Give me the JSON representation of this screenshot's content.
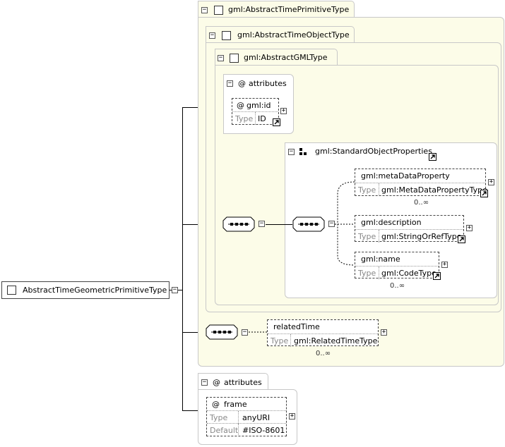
{
  "root": {
    "name": "AbstractTimeGeometricPrimitiveType"
  },
  "types": {
    "primitive": "gml:AbstractTimePrimitiveType",
    "object": "gml:AbstractTimeObjectType",
    "gml": "gml:AbstractGMLType"
  },
  "gml_attributes": {
    "title": "attributes",
    "id": {
      "at": "@",
      "name": "gml:id",
      "type_label": "Type",
      "type_value": "ID"
    }
  },
  "standard_props": {
    "title": "gml:StandardObjectProperties",
    "meta": {
      "name": "gml:metaDataProperty",
      "type_label": "Type",
      "type_value": "gml:MetaDataPropertyType",
      "card": "0..∞"
    },
    "description": {
      "name": "gml:description",
      "type_label": "Type",
      "type_value": "gml:StringOrRefType"
    },
    "gname": {
      "name": "gml:name",
      "type_label": "Type",
      "type_value": "gml:CodeType",
      "card": "0..∞"
    }
  },
  "related": {
    "name": "relatedTime",
    "type_label": "Type",
    "type_value": "gml:RelatedTimeType",
    "card": "0..∞"
  },
  "bottom_attributes": {
    "title": "attributes",
    "frame": {
      "at": "@",
      "name": "frame",
      "type_label": "Type",
      "type_value": "anyURI",
      "default_label": "Default",
      "default_value": "#ISO-8601"
    }
  },
  "symbols": {
    "at": "@",
    "collapse": "−",
    "expand": "+"
  },
  "colors": {
    "panel": "#fcfce8",
    "border": "#c8c8c8"
  }
}
